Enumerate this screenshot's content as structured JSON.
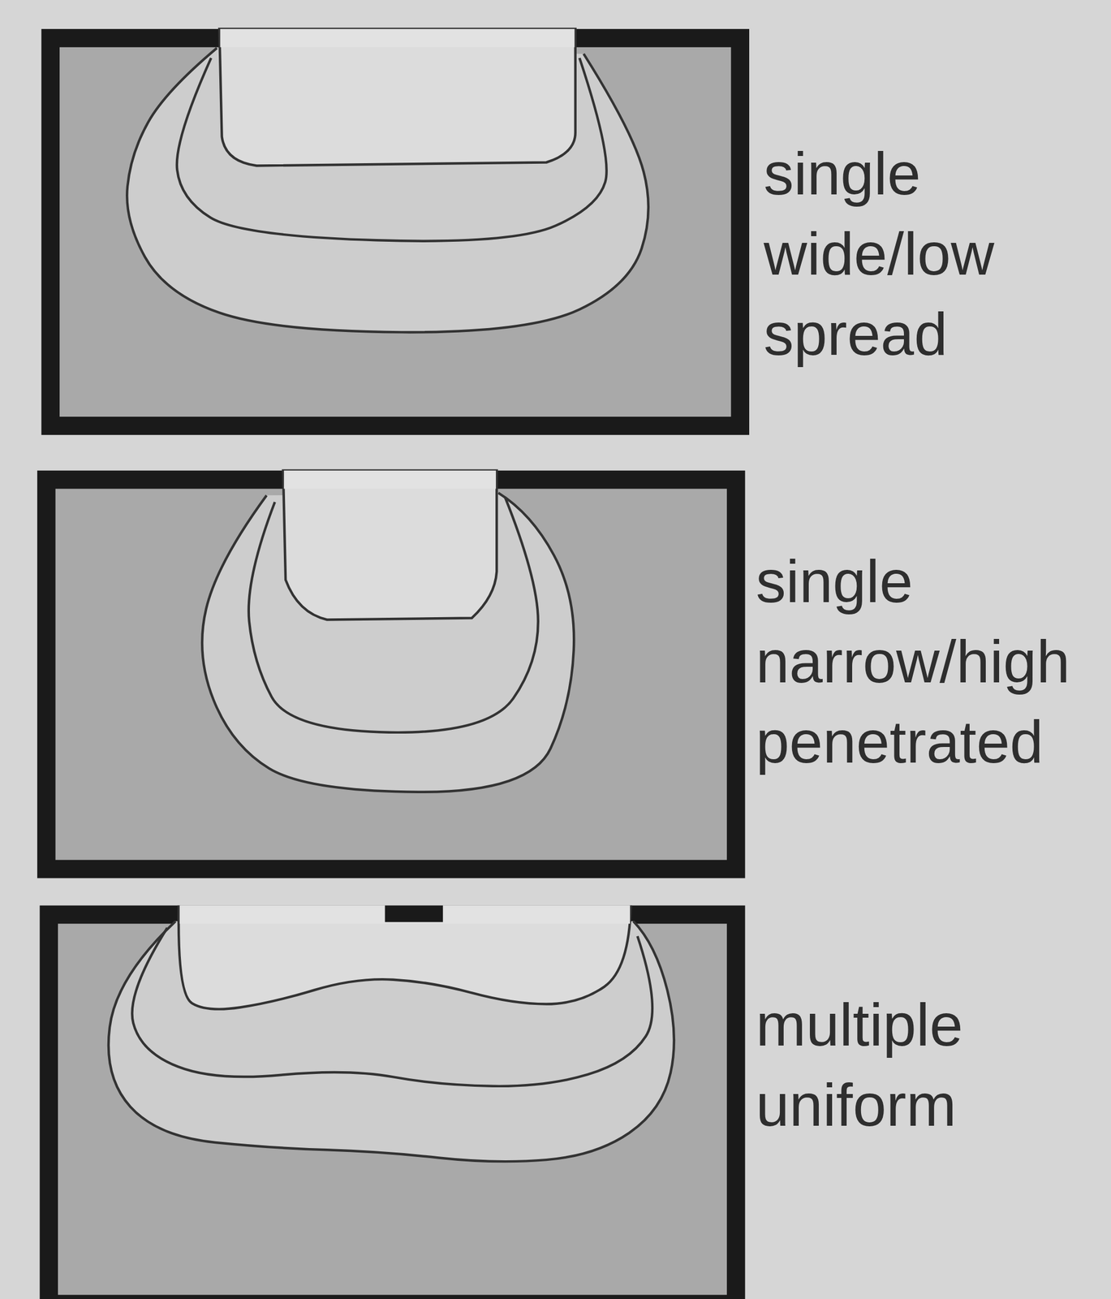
{
  "diagram": {
    "labels": [
      "single wide/low spread",
      "single narrow/high penetrated",
      "multiple uniform"
    ]
  }
}
